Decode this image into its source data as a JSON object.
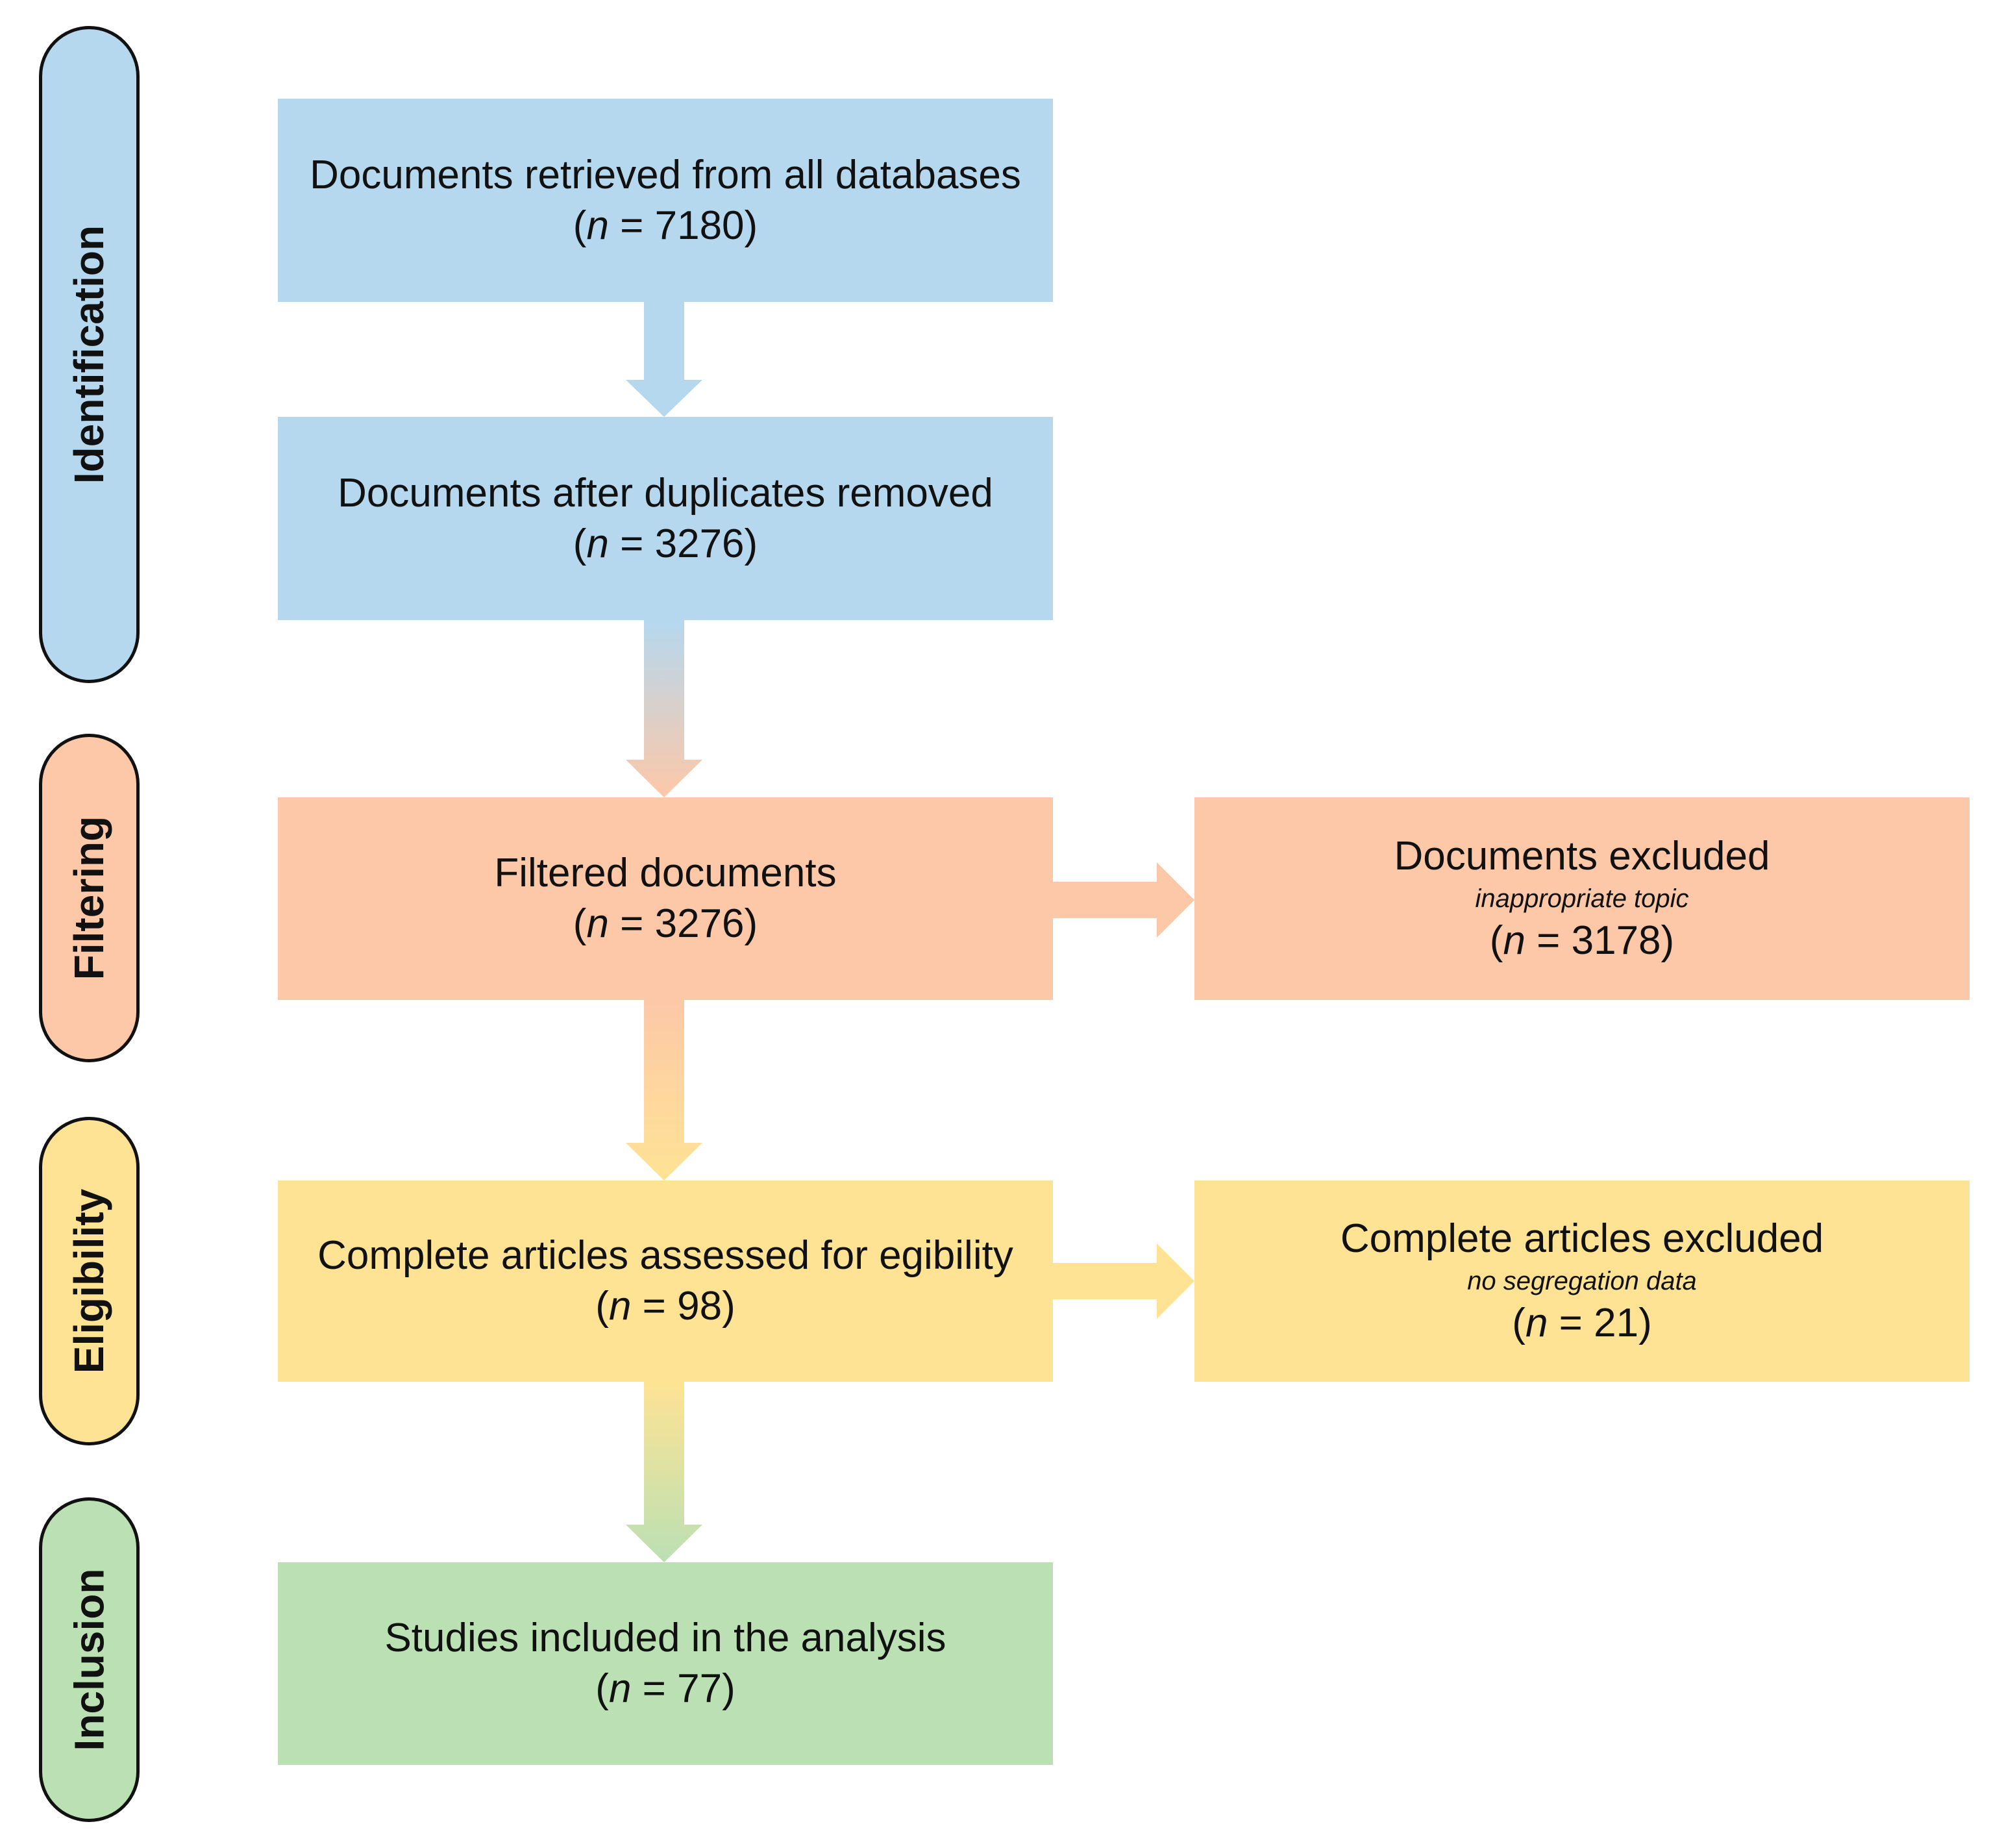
{
  "stages": {
    "identification": "Identification",
    "filtering": "Filtering",
    "eligibility": "Eligibility",
    "inclusion": "Inclusion"
  },
  "boxes": {
    "retrieved": {
      "title": "Documents retrieved from all databases",
      "n_symbol": "n",
      "n_value": "= 7180"
    },
    "deduplicated": {
      "title": "Documents after duplicates removed",
      "n_symbol": "n",
      "n_value": "= 3276"
    },
    "filtered": {
      "title": "Filtered documents",
      "n_symbol": "n",
      "n_value": "= 3276"
    },
    "excluded_topic": {
      "title": "Documents excluded",
      "note": "inappropriate topic",
      "n_symbol": "n",
      "n_value": "= 3178"
    },
    "assessed": {
      "title": "Complete articles assessed for egibility",
      "n_symbol": "n",
      "n_value": "= 98"
    },
    "excluded_articles": {
      "title": "Complete articles excluded",
      "note": "no segregation data",
      "n_symbol": "n",
      "n_value": "= 21"
    },
    "included": {
      "title": "Studies included in the analysis",
      "n_symbol": "n",
      "n_value": "= 77"
    }
  },
  "colors": {
    "identification": "#b5d8ef",
    "filtering": "#fdc8a8",
    "eligibility": "#fee394",
    "inclusion": "#bbe0b3",
    "outline": "#111111"
  }
}
